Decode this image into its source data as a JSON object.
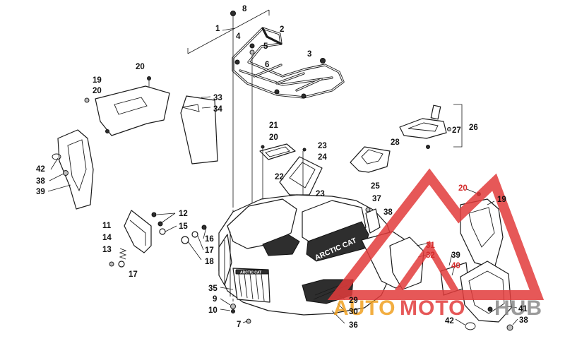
{
  "callouts": {
    "c1": "1",
    "c2": "2",
    "c3": "3",
    "c4": "4",
    "c5": "5",
    "c6": "6",
    "c7": "7",
    "c8": "8",
    "c9": "9",
    "c10": "10",
    "c11": "11",
    "c12": "12",
    "c13": "13",
    "c14": "14",
    "c15": "15",
    "c16": "16",
    "c17a": "17",
    "c17b": "17",
    "c18": "18",
    "c19a": "19",
    "c19b": "19",
    "c20a": "20",
    "c20b": "20",
    "c20c": "20",
    "c20d": "20",
    "c21": "21",
    "c22": "22",
    "c23a": "23",
    "c23b": "23",
    "c24": "24",
    "c25": "25",
    "c26": "26",
    "c27": "27",
    "c28": "28",
    "c29": "29",
    "c30": "30",
    "c31": "31",
    "c32": "32",
    "c33": "33",
    "c34": "34",
    "c35": "35",
    "c36": "36",
    "c37": "37",
    "c38a": "38",
    "c38b": "38",
    "c38c": "38",
    "c39a": "39",
    "c39b": "39",
    "c40": "40",
    "c41": "41",
    "c42a": "42",
    "c42b": "42"
  },
  "fender_decal": "ARCTIC CAT",
  "grille_badge": "ARCTIC CAT",
  "watermark": {
    "part1": "AUTO",
    "part2": "MOTO",
    "part3": "HUB",
    "color_red": "#e23b3b",
    "color_orange": "#f0a020",
    "color_grey": "#8a8a8a"
  }
}
